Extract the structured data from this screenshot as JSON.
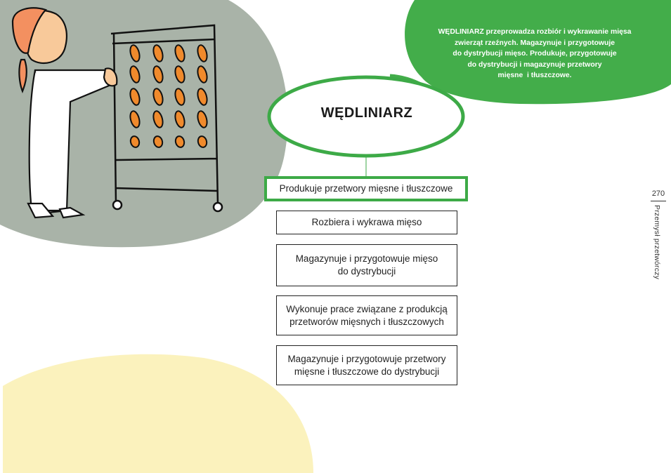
{
  "description_bubble": {
    "lines": [
      "WĘDLINIARZ przeprowadza rozbiór i wykrawanie mięsa",
      "zwierząt rzeźnych. Magazynuje i przygotowuje",
      "do dystrybucji mięso. Produkuje, przygotowuje",
      "do dystrybucji i magazynuje przetwory",
      "mięsne  i tłuszczowe."
    ],
    "color": "#43ad4a"
  },
  "profession": {
    "title": "WĘDLINIARZ",
    "accent": "#3daa47"
  },
  "tasks": [
    {
      "text": "Produkuje przetwory mięsne i tłuszczowe",
      "highlighted": true
    },
    {
      "text": "Rozbiera i wykrawa mięso",
      "highlighted": false
    },
    {
      "text": "Magazynuje i przygotowuje mięso\ndo dystrybucji",
      "line1": "Magazynuje i przygotowuje mięso",
      "line2": "do dystrybucji",
      "highlighted": false
    },
    {
      "text": "",
      "line1": "Wykonuje prace związane z produkcją",
      "line2": "przetworów mięsnych i tłuszczowych",
      "highlighted": false
    },
    {
      "text": "",
      "line1": "Magazynuje i przygotowuje przetwory",
      "line2": "mięsne i tłuszczowe do dystrybucji",
      "highlighted": false
    }
  ],
  "sidebar": {
    "page_number": "270",
    "section": "Przemysł przetwórczy"
  },
  "illustration": {
    "subject": "butcher-pushing-sausage-rack",
    "background_color": "#a9b3a8",
    "sausage_color": "#f08a2c",
    "headscarf_color": "#f39060"
  },
  "decor": {
    "yellow_blob_color": "#fbf2bd"
  }
}
